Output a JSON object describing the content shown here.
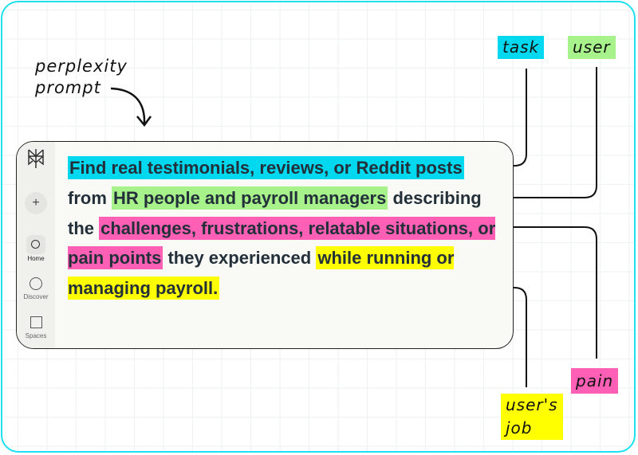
{
  "annotation": {
    "line1": "perplexity",
    "line2": "prompt"
  },
  "sidebar": {
    "new_button": "+",
    "items": [
      {
        "label": "Home",
        "icon": "search-icon"
      },
      {
        "label": "Discover",
        "icon": "globe-icon"
      },
      {
        "label": "Spaces",
        "icon": "spaces-icon"
      }
    ]
  },
  "prompt": {
    "task": "Find real testimonials, reviews, or Reddit posts",
    "from": "from",
    "user": "HR people and payroll managers",
    "describing": "describing the",
    "pain": "challenges, frustrations, relatable situations, or pain points",
    "they": "they experienced",
    "job": "while running or managing payroll."
  },
  "labels": {
    "task": "task",
    "user": "user",
    "pain": "pain",
    "job": "user's job"
  },
  "colors": {
    "task": "#00d8f0",
    "user": "#a8f28c",
    "pain": "#ff5fb4",
    "job": "#ffff00",
    "frame": "#1ee0f0"
  }
}
